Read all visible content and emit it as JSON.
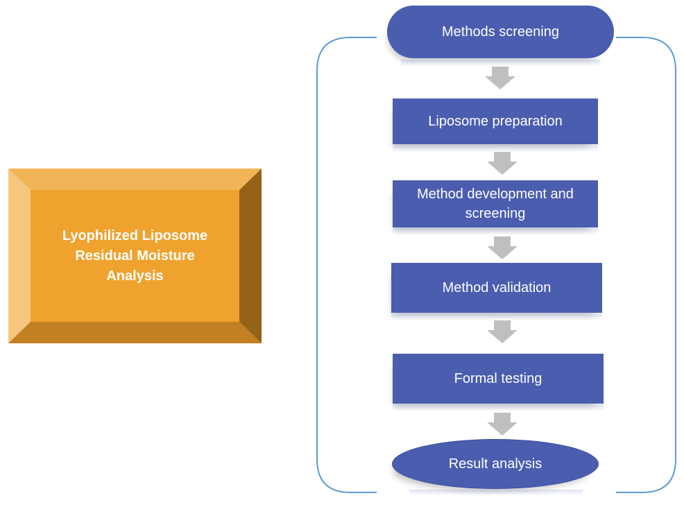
{
  "left_box": {
    "label": "Lyophilized Liposome Residual Moisture Analysis"
  },
  "flow": {
    "steps": [
      "Methods screening",
      "Liposome preparation",
      "Method development and screening",
      "Method validation",
      "Formal testing",
      "Result analysis"
    ]
  },
  "colors": {
    "node_fill": "#4a5daf",
    "bevel_face": "#f0a22e",
    "frame_line": "#5b9bd5",
    "arrow": "#bfbfbf"
  }
}
